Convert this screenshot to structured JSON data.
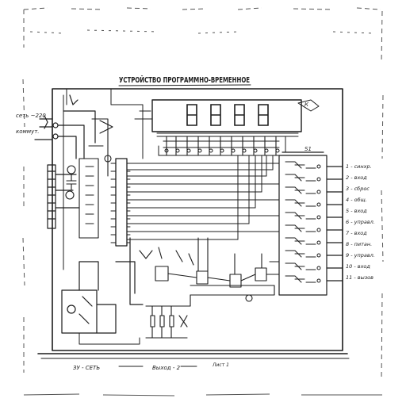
{
  "drawing": {
    "title": "УСТРОЙСТВО ПРОГРАММНО-ВРЕМЕННОЕ",
    "display_digits": [
      "8",
      "8",
      "8",
      "8"
    ],
    "relay_board_label": "S1",
    "sheet_label": "Лист 1"
  },
  "left_labels": [
    {
      "text": "сеть ~220"
    },
    {
      "text": "коммут."
    }
  ],
  "right_labels": [
    {
      "text": "1 - синхр."
    },
    {
      "text": "2 - вход"
    },
    {
      "text": "3 - сброс"
    },
    {
      "text": "4 - общ."
    },
    {
      "text": "5 - вход"
    },
    {
      "text": "6 - управл."
    },
    {
      "text": "7 - вход"
    },
    {
      "text": "8 - питан."
    },
    {
      "text": "9 - управл."
    },
    {
      "text": "10 - вход"
    },
    {
      "text": "11 - вызов"
    }
  ],
  "bottom_labels": [
    {
      "text": "ЗУ - СЕТЬ"
    },
    {
      "text": "Выход - 2"
    }
  ],
  "colors": {
    "paper": "#ffffff",
    "ink": "#1c1c1c"
  }
}
